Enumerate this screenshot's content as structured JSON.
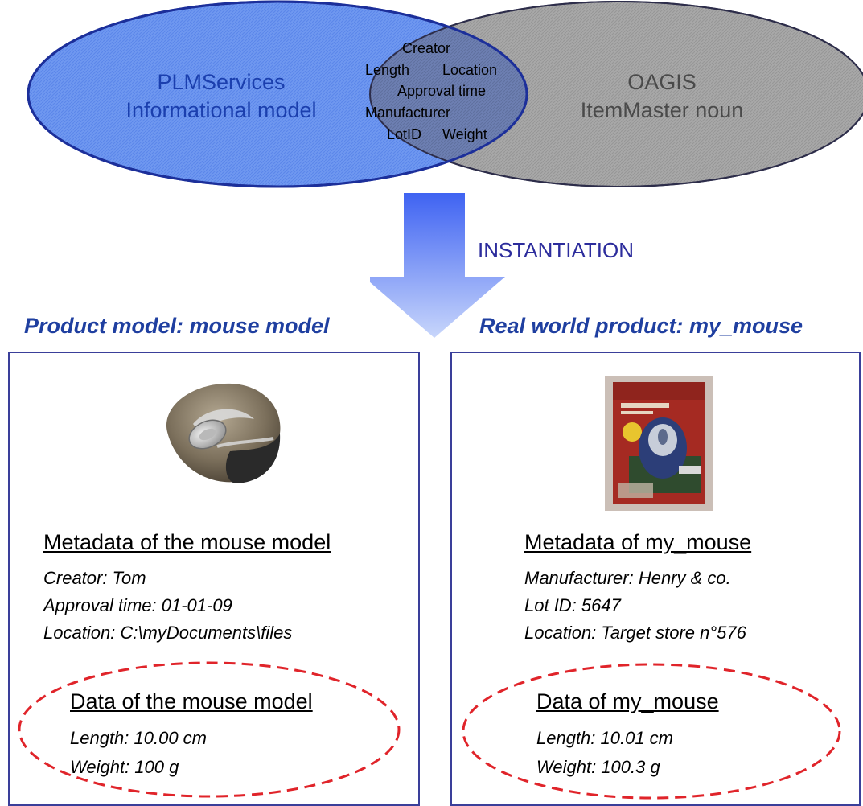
{
  "venn": {
    "left_set": {
      "line1": "PLMServices",
      "line2": "Informational model",
      "color": "#4f7fe0"
    },
    "right_set": {
      "line1": "OAGIS",
      "line2": "ItemMaster noun",
      "color": "#9c9c9c"
    },
    "intersection": [
      "Creator",
      "Length",
      "Location",
      "Approval time",
      "Manufacturer",
      "LotID",
      "Weight"
    ]
  },
  "arrow": {
    "label": "INSTANTIATION",
    "color": "#4a6ef0"
  },
  "left_panel": {
    "title": "Product model: mouse model",
    "image_icon": "computer-mouse-icon",
    "metadata_heading": "Metadata of the mouse model",
    "metadata": [
      "Creator: Tom",
      "Approval time: 01-01-09",
      "Location: C:\\myDocuments\\files"
    ],
    "data_heading": "Data of the mouse model",
    "data": [
      "Length: 10.00 cm",
      "Weight: 100 g"
    ]
  },
  "right_panel": {
    "title": "Real world product: my_mouse",
    "image_icon": "packaged-mouse-icon",
    "metadata_heading": "Metadata of my_mouse",
    "metadata": [
      "Manufacturer: Henry & co.",
      "Lot ID: 5647",
      "Location: Target store n°576"
    ],
    "data_heading": "Data of my_mouse",
    "data": [
      "Length: 10.01 cm",
      "Weight: 100.3 g"
    ]
  },
  "colors": {
    "panel_border": "#3a3f9a",
    "dashed_ellipse": "#e0242a",
    "title": "#1f3fa0"
  }
}
